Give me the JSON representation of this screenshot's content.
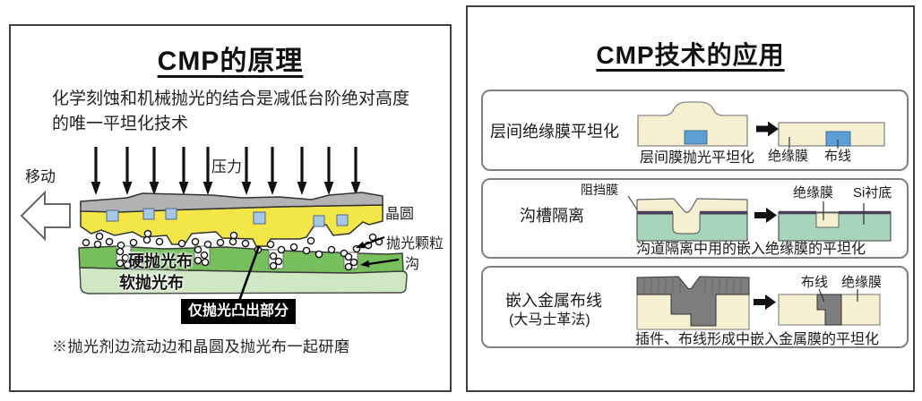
{
  "left_panel": {
    "title": "CMP的原理",
    "description": [
      "化学刻蚀和机械抛光的结合是减低台阶绝对高度",
      "的唯一平坦化技术"
    ],
    "move_label": "移动",
    "pressure_label": "压力",
    "wafer_label": "晶圆",
    "particle_label": "抛光颗粒",
    "groove_label": "沟",
    "hard_pad_label": "硬抛光布",
    "soft_pad_label": "软抛光布",
    "callout": "仅抛光凸出部分",
    "footnote": "※抛光剂边流动边和晶圆及抛光布一起研磨"
  },
  "right_panel": {
    "title": "CMP技术的应用",
    "applications": [
      {
        "name": "层间绝缘膜平坦化",
        "caption": "层间膜抛光平坦化",
        "result_labels": [
          "绝缘膜",
          "布线"
        ]
      },
      {
        "name": "沟槽隔离",
        "pre_label": "阻挡膜",
        "caption": "沟道隔离中用的嵌入绝缘膜的平坦化",
        "result_labels": [
          "绝缘膜",
          "Si衬底"
        ]
      },
      {
        "name": "嵌入金属布线",
        "name_sub": "(大马士革法)",
        "caption": "插件、布线形成中嵌入金属膜的平坦化",
        "result_labels": [
          "布线",
          "绝缘膜"
        ]
      }
    ]
  },
  "icons": {
    "move_arrow": "hollow-left-arrow",
    "pressure_arrows": "down-arrows",
    "process_arrow": "right-arrow"
  },
  "colors": {
    "carrier_gray": "#b3b3b3",
    "wafer_yellow": "#f2e649",
    "feature_blue": "#a6c8e8",
    "hard_pad_green": "#76bf5c",
    "soft_pad_green": "#cfe7c2",
    "insulator_cream": "#f6f0d2",
    "wiring_blue": "#5d9fd3",
    "substrate_teal": "#a6d5bb",
    "barrier_purple": "#4d3f5c",
    "metal_gray": "#7d7d7d",
    "callout_bg": "#000000"
  }
}
